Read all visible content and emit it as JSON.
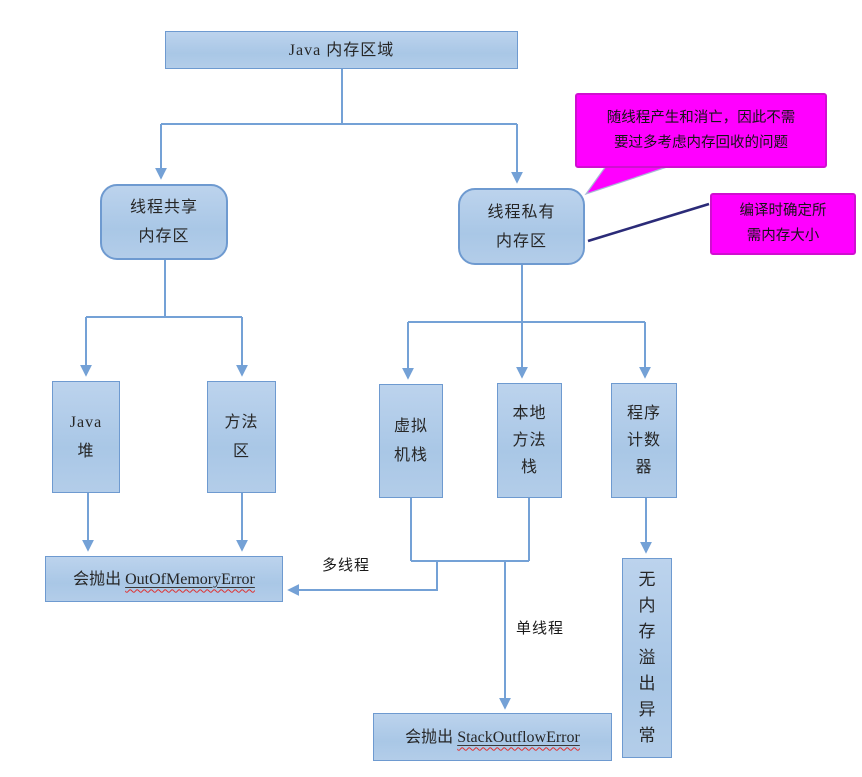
{
  "colors": {
    "node_fill": "#aec9e7",
    "node_border": "#6e9ad0",
    "connector": "#74a1d6",
    "callout_fill": "#ff00ff",
    "callout_border": "#cf10cf",
    "compile_line": "#2b2b78",
    "error_wave": "#e0302f"
  },
  "nodes": {
    "root": {
      "label": "Java 内存区域"
    },
    "shared": {
      "line1": "线程共享",
      "line2": "内存区"
    },
    "private": {
      "line1": "线程私有",
      "line2": "内存区"
    },
    "heap": {
      "line1": "Java",
      "line2": "堆"
    },
    "method_area": {
      "line1": "方法",
      "line2": "区"
    },
    "vm_stack": {
      "line1": "虚拟",
      "line2": "机栈"
    },
    "native_stack": {
      "line1": "本地",
      "line2": "方法",
      "line3": "栈"
    },
    "pc": {
      "line1": "程序",
      "line2": "计数",
      "line3": "器"
    },
    "oom": {
      "prefix": "会抛出 ",
      "error": "OutOfMemoryError"
    },
    "stack_error": {
      "prefix": "会抛出 ",
      "error": "StackOutflowError"
    },
    "no_exception": {
      "chars": [
        "无",
        "内",
        "存",
        "溢",
        "出",
        "异",
        "常"
      ]
    }
  },
  "callouts": {
    "lifecycle": {
      "line1": "随线程产生和消亡，因此不需",
      "line2": "要过多考虑内存回收的问题"
    },
    "compile": {
      "line1": "编译时确定所",
      "line2": "需内存大小"
    }
  },
  "edge_labels": {
    "multi_thread": "多线程",
    "single_thread": "单线程"
  }
}
